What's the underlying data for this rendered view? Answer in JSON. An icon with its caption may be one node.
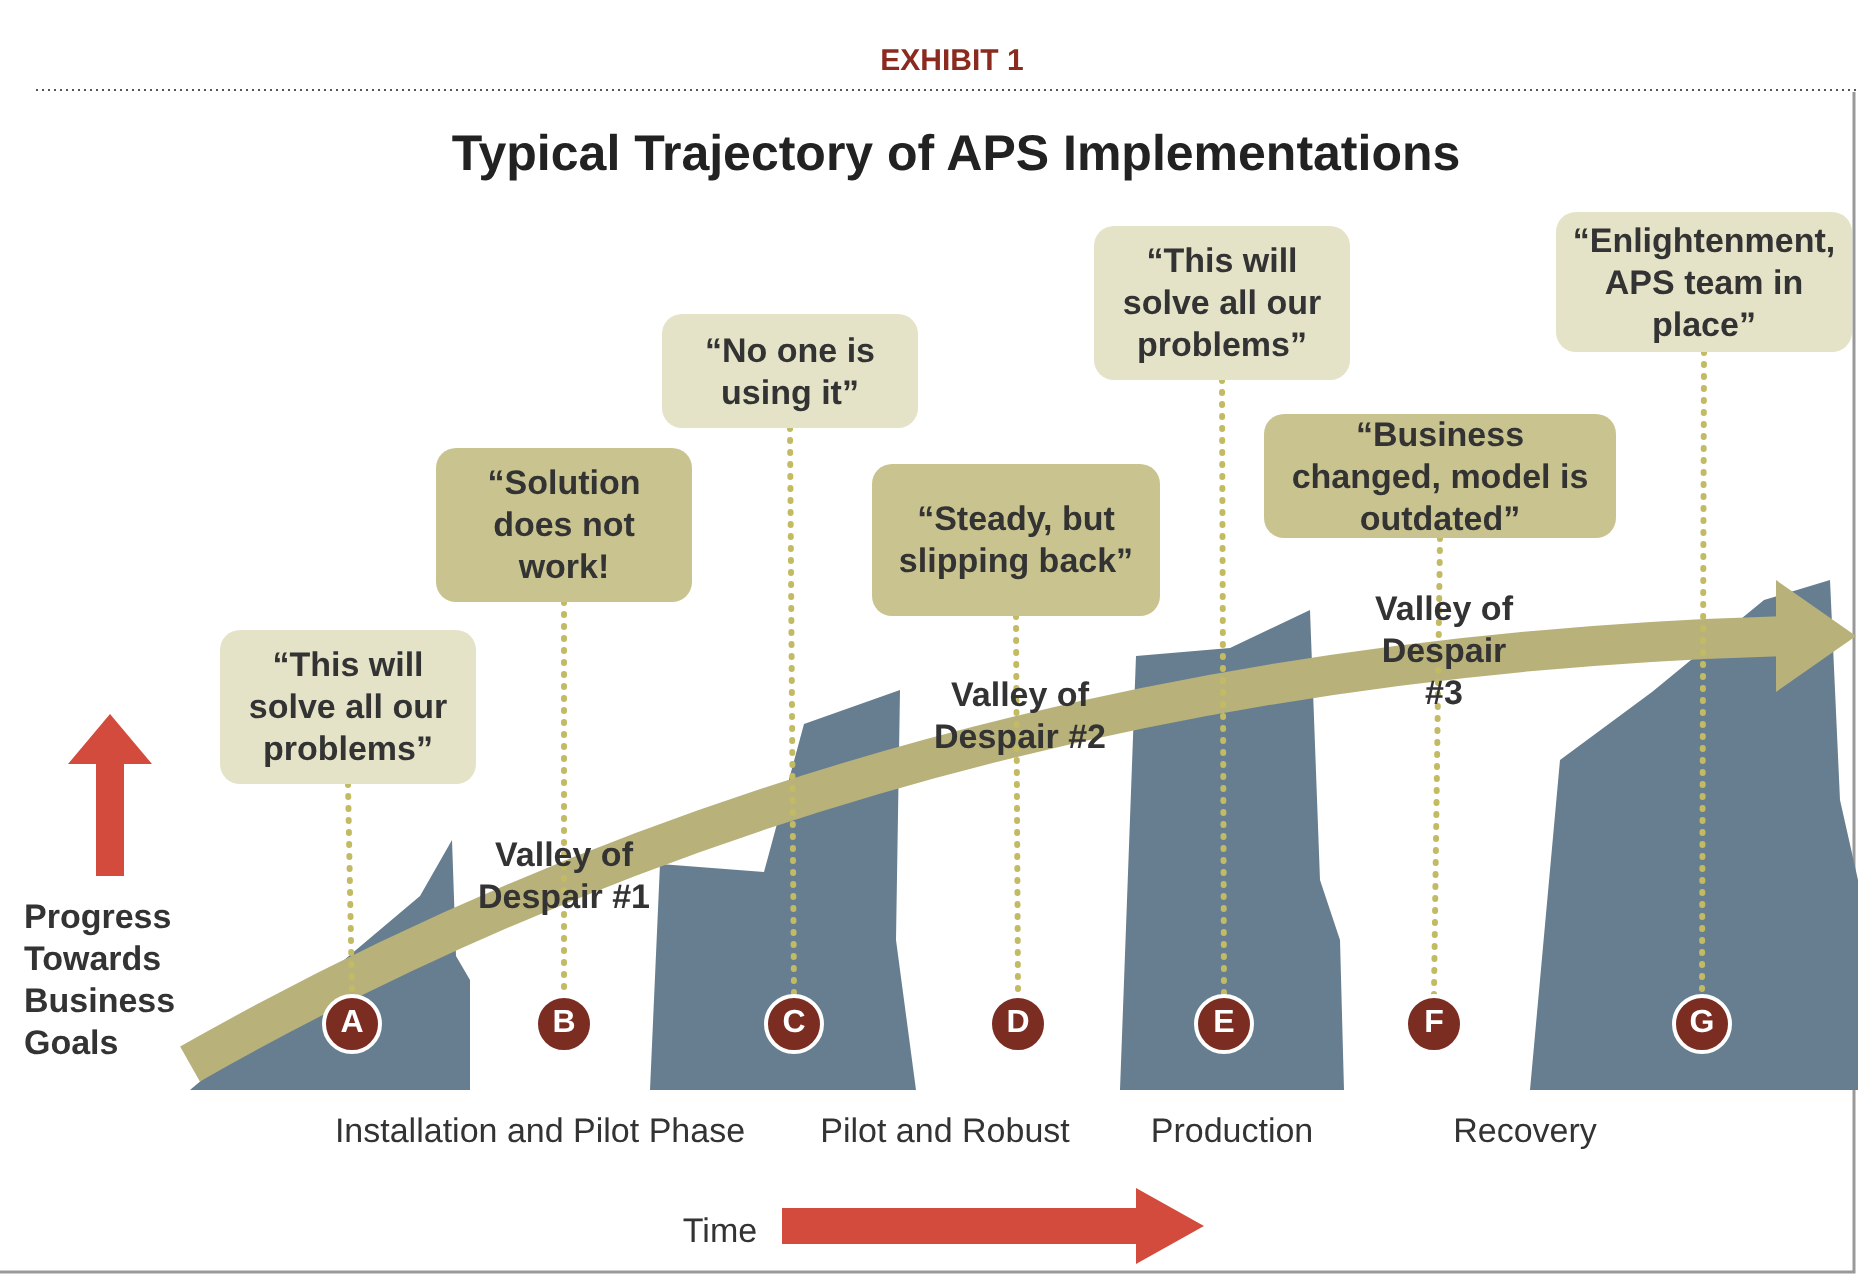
{
  "diagram": {
    "title": "Typical Trajectory of APS Implementations",
    "nodes": [
      {
        "text": [
          "“This will solve all our problems”"
        ]
      },
      {
        "text": [
          "“Solution does not work!"
        ]
      },
      {
        "text": [
          "“No one is using it”"
        ]
      },
      {
        "text": [
          "“Steady, but slipping back”"
        ]
      },
      {
        "text": [
          "“This will solve all our problems”"
        ]
      },
      {
        "text": [
          "“Business changed, model is outdated”"
        ]
      },
      {
        "text": [
          "“Enlightenment, APS team in place”"
        ]
      },
      {
        "text": [
          "A"
        ]
      },
      {
        "text": [
          "B"
        ]
      },
      {
        "text": [
          "C"
        ]
      },
      {
        "text": [
          "D"
        ]
      },
      {
        "text": [
          "E"
        ]
      },
      {
        "text": [
          "F"
        ]
      },
      {
        "text": [
          "G"
        ]
      }
    ],
    "edges": [
      {
        "from": 0,
        "to": 7,
        "arrow": "none",
        "style": "dashed"
      },
      {
        "from": 1,
        "to": 8,
        "arrow": "none",
        "style": "dashed"
      },
      {
        "from": 2,
        "to": 9,
        "arrow": "none",
        "style": "dashed"
      },
      {
        "from": 3,
        "to": 10,
        "arrow": "none",
        "style": "dashed"
      },
      {
        "from": 4,
        "to": 11,
        "arrow": "none",
        "style": "dashed"
      },
      {
        "from": 5,
        "to": 12,
        "arrow": "none",
        "style": "dashed"
      },
      {
        "from": 6,
        "to": 13,
        "arrow": "none",
        "style": "dashed"
      }
    ],
    "labels": [
      "EXHIBIT 1",
      "Valley of Despair #3",
      "Valley of Despair #2",
      "Valley of Despair #1",
      "Progress Towards Business Goals",
      "Installation and Pilot Phase",
      "Pilot and Robust",
      "Production",
      "Recovery",
      "Time"
    ]
  }
}
